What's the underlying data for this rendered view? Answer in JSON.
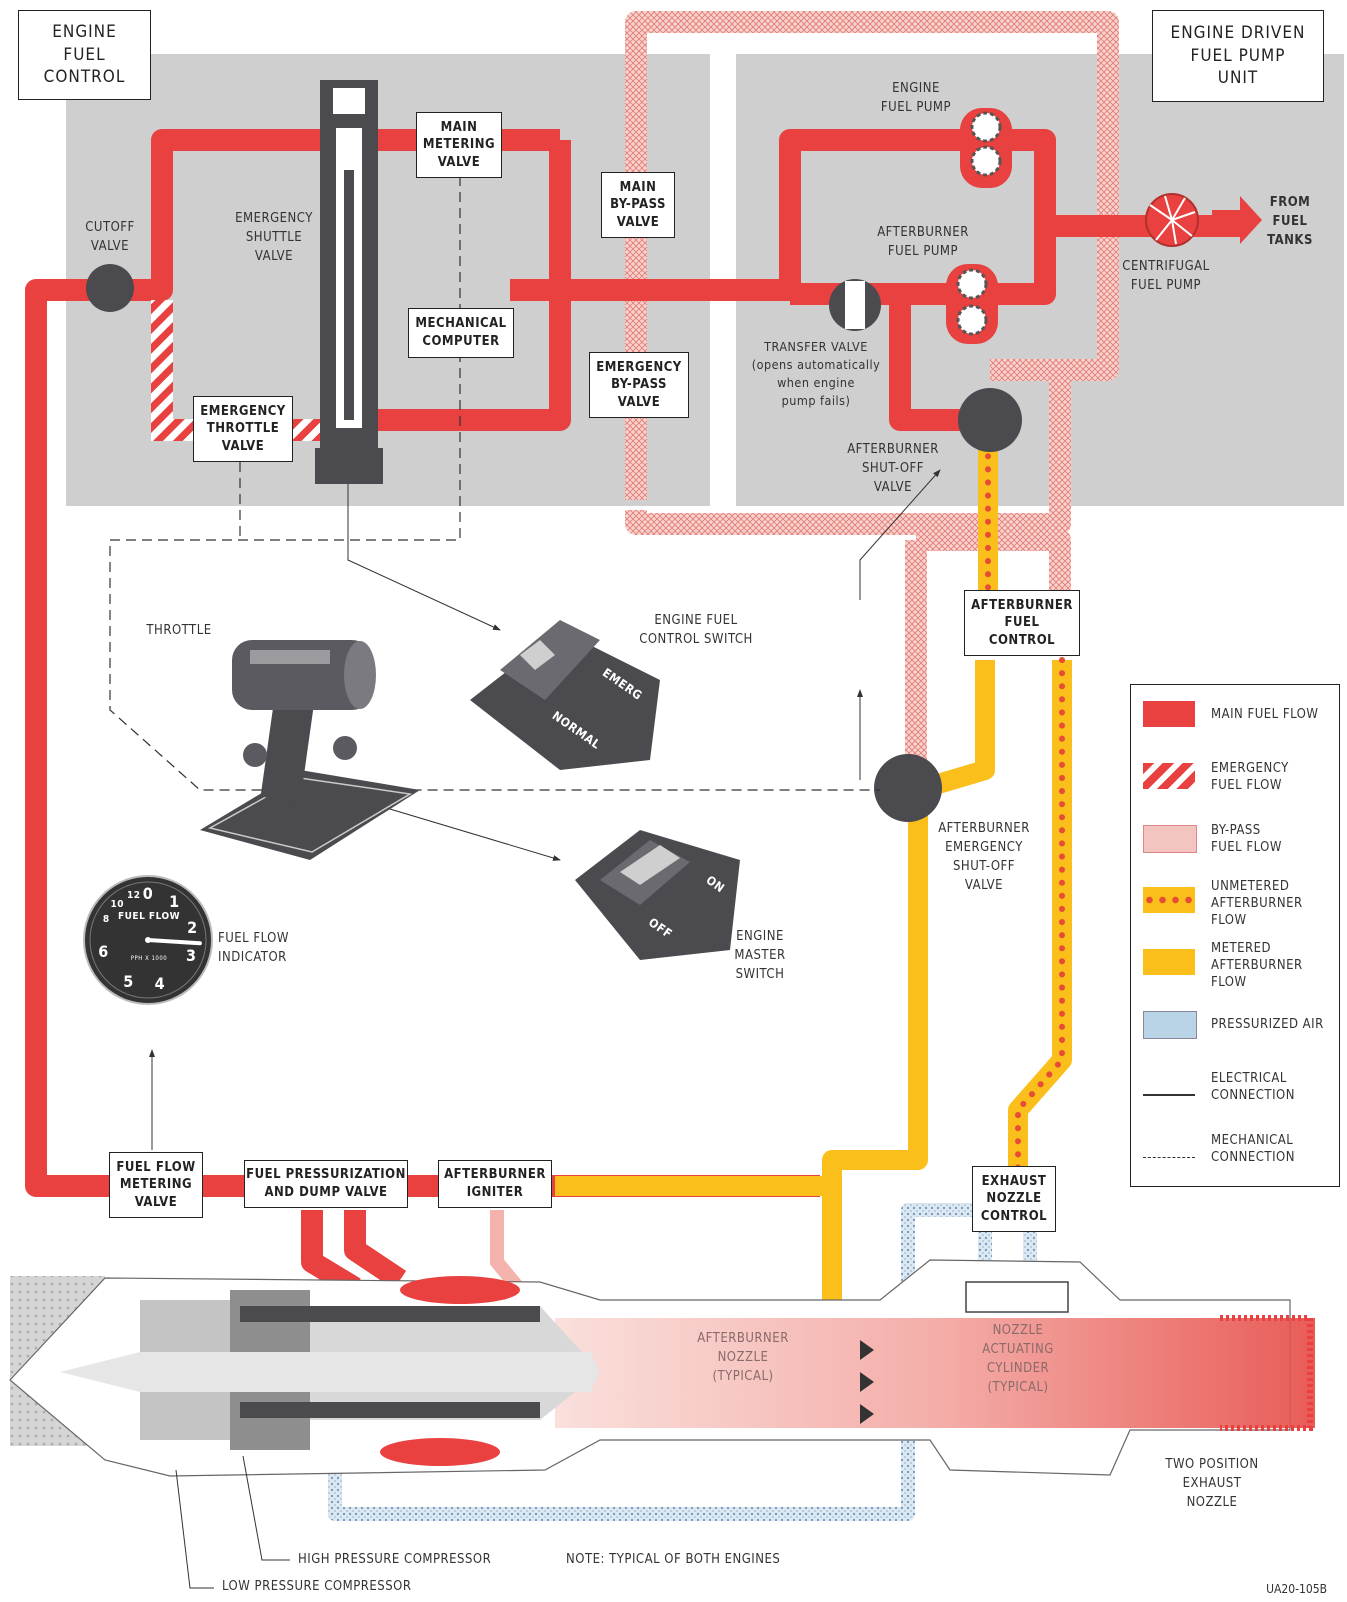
{
  "boxes": {
    "engine_fuel_control": "ENGINE\nFUEL\nCONTROL",
    "engine_driven_pump_unit": "ENGINE DRIVEN\nFUEL PUMP\nUNIT",
    "main_metering_valve": "MAIN\nMETERING\nVALVE",
    "main_bypass_valve": "MAIN\nBY-PASS\nVALVE",
    "emergency_bypass_valve": "EMERGENCY\nBY-PASS\nVALVE",
    "mechanical_computer": "MECHANICAL\nCOMPUTER",
    "emergency_throttle_valve": "EMERGENCY\nTHROTTLE\nVALVE",
    "afterburner_fuel_control": "AFTERBURNER\nFUEL\nCONTROL",
    "fuel_flow_metering_valve": "FUEL FLOW\nMETERING\nVALVE",
    "fuel_pressurization_dump_valve": "FUEL PRESSURIZATION\nAND DUMP VALVE",
    "afterburner_igniter": "AFTERBURNER\nIGNITER",
    "exhaust_nozzle_control": "EXHAUST\nNOZZLE\nCONTROL"
  },
  "labels": {
    "cutoff_valve": "CUTOFF\nVALVE",
    "emergency_shuttle_valve": "EMERGENCY\nSHUTTLE\nVALVE",
    "engine_fuel_pump": "ENGINE\nFUEL PUMP",
    "afterburner_fuel_pump": "AFTERBURNER\nFUEL PUMP",
    "transfer_valve": "TRANSFER VALVE\n(opens automatically\nwhen engine\npump fails)",
    "afterburner_shutoff_valve": "AFTERBURNER\nSHUT-OFF\nVALVE",
    "from_fuel_tanks": "FROM\nFUEL\nTANKS",
    "centrifugal_fuel_pump": "CENTRIFUGAL\nFUEL PUMP",
    "throttle": "THROTTLE",
    "engine_fuel_control_switch": "ENGINE FUEL\nCONTROL SWITCH",
    "afterburner_emergency_shutoff_valve": "AFTERBURNER\nEMERGENCY\nSHUT-OFF\nVALVE",
    "fuel_flow_indicator": "FUEL FLOW\nINDICATOR",
    "engine_master_switch": "ENGINE\nMASTER\nSWITCH",
    "afterburner_nozzle": "AFTERBURNER\nNOZZLE\n(TYPICAL)",
    "nozzle_actuating_cylinder": "NOZZLE\nACTUATING\nCYLINDER\n(TYPICAL)",
    "two_position_exhaust_nozzle": "TWO POSITION\nEXHAUST\nNOZZLE",
    "high_pressure_compressor": "HIGH PRESSURE COMPRESSOR",
    "low_pressure_compressor": "LOW PRESSURE COMPRESSOR",
    "note": "NOTE: TYPICAL OF BOTH ENGINES",
    "drawing_code": "UA20-105B"
  },
  "switches": {
    "emerg": "EMERG",
    "normal": "NORMAL",
    "on": "ON",
    "off": "OFF"
  },
  "gauge": {
    "title": "FUEL FLOW",
    "units": "PPH X 1000",
    "ticks": [
      "0",
      "1",
      "2",
      "3",
      "4",
      "5",
      "6",
      "8",
      "10",
      "12"
    ],
    "reading": 2.6
  },
  "legend": [
    {
      "label": "MAIN FUEL FLOW",
      "swatch": "main"
    },
    {
      "label": "EMERGENCY\nFUEL FLOW",
      "swatch": "emergency"
    },
    {
      "label": "BY-PASS\nFUEL FLOW",
      "swatch": "bypass"
    },
    {
      "label": "UNMETERED\nAFTERBURNER\nFLOW",
      "swatch": "unmetered"
    },
    {
      "label": "METERED\nAFTERBURNER\nFLOW",
      "swatch": "metered"
    },
    {
      "label": "PRESSURIZED AIR",
      "swatch": "air"
    },
    {
      "label": "ELECTRICAL\nCONNECTION",
      "swatch": "electrical"
    },
    {
      "label": "MECHANICAL\nCONNECTION",
      "swatch": "mechanical"
    }
  ],
  "colors": {
    "main_fuel": "#e8413f",
    "bypass_fuel": "#f4c4c0",
    "afterburner": "#fbbf1b",
    "unmetered_dots": "#e64c36",
    "pressurized_air": "#b8d4e6",
    "panel_gray": "#cfcfcf",
    "machine_gray": "#4a4a4f"
  }
}
